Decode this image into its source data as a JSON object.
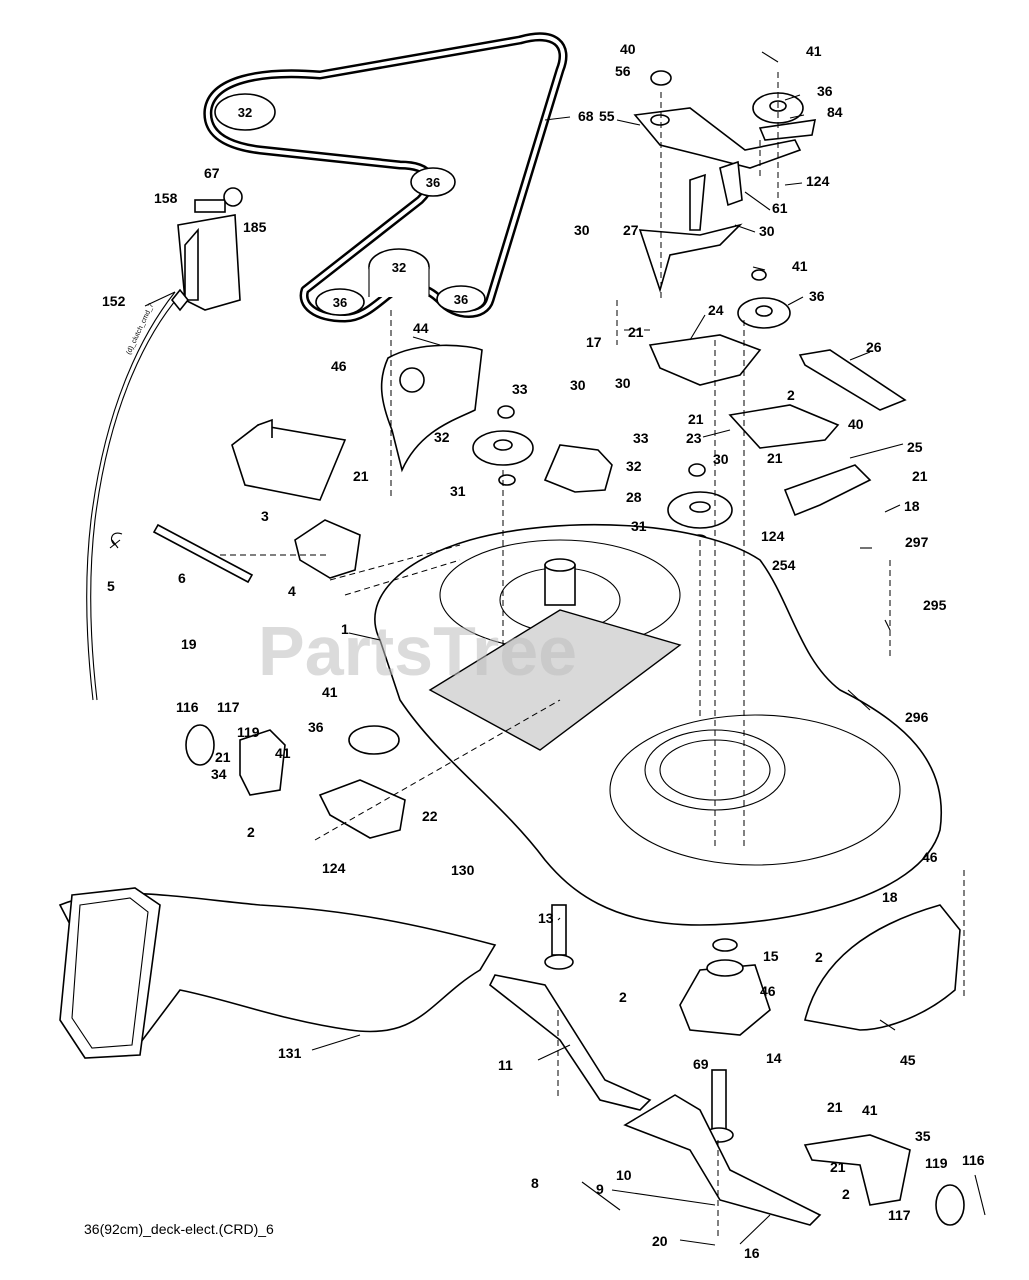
{
  "watermark": "PartsTree",
  "caption": "36(92cm)_deck-elect.(CRD)_6",
  "cable_tag": "(d)_clutch_cmd_7",
  "belt_pulley_labels": [
    "32",
    "36",
    "32",
    "36",
    "36"
  ],
  "callouts": [
    "68",
    "55",
    "40",
    "56",
    "41",
    "36",
    "84",
    "124",
    "61",
    "67",
    "158",
    "185",
    "152",
    "30",
    "27",
    "30",
    "41",
    "36",
    "44",
    "46",
    "24",
    "21",
    "17",
    "26",
    "33",
    "30",
    "30",
    "32",
    "21",
    "2",
    "40",
    "23",
    "21",
    "25",
    "21",
    "31",
    "28",
    "33",
    "32",
    "30",
    "18",
    "124",
    "3",
    "21",
    "5",
    "6",
    "4",
    "19",
    "31",
    "254",
    "297",
    "295",
    "1",
    "296",
    "116",
    "117",
    "119",
    "41",
    "36",
    "21",
    "41",
    "34",
    "22",
    "2",
    "124",
    "130",
    "46",
    "13",
    "18",
    "15",
    "2",
    "2",
    "46",
    "45",
    "131",
    "11",
    "14",
    "69",
    "21",
    "41",
    "35",
    "21",
    "119",
    "116",
    "8",
    "9",
    "10",
    "2",
    "117",
    "20",
    "16"
  ]
}
